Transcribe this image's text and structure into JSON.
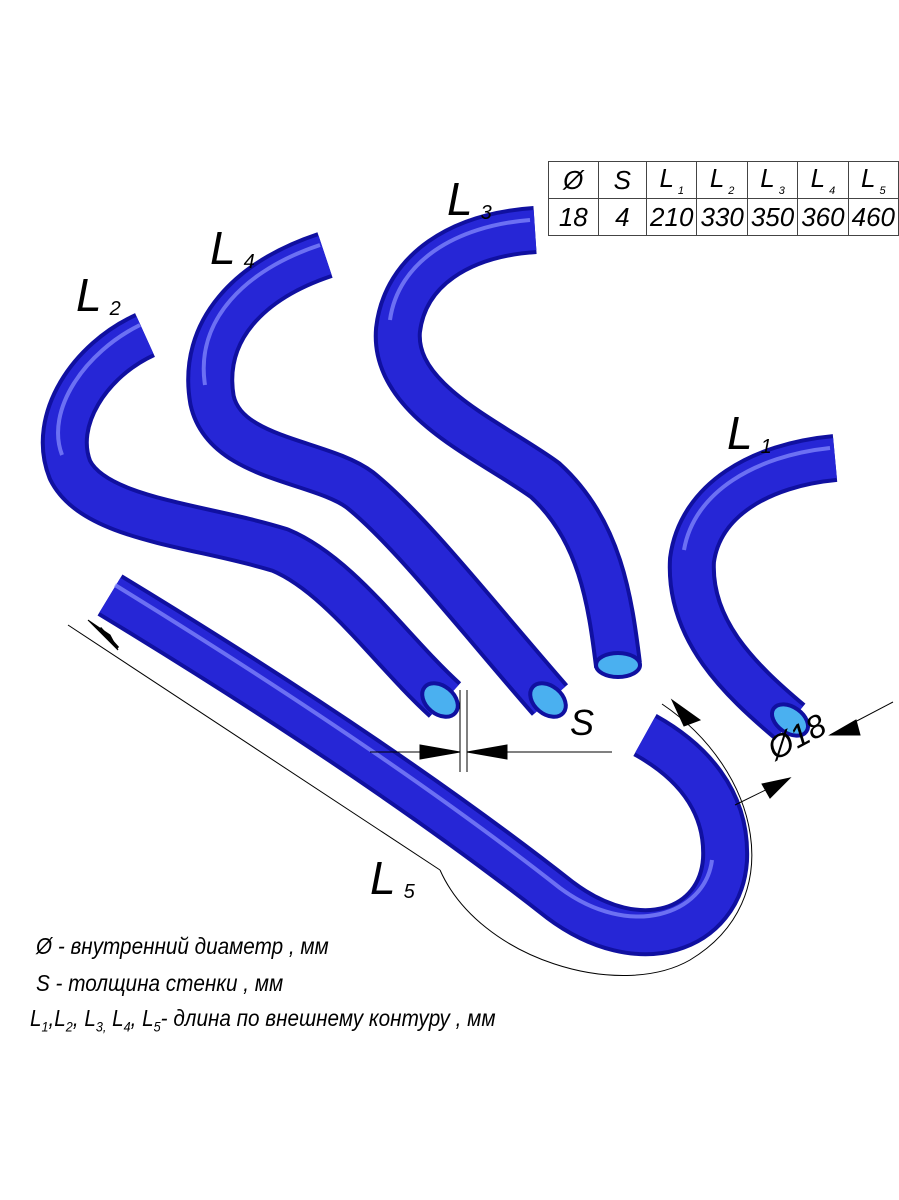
{
  "table": {
    "headers": [
      {
        "main": "Ø",
        "sub": ""
      },
      {
        "main": "S",
        "sub": ""
      },
      {
        "main": "L",
        "sub": "1"
      },
      {
        "main": "L",
        "sub": "2"
      },
      {
        "main": "L",
        "sub": "3"
      },
      {
        "main": "L",
        "sub": "4"
      },
      {
        "main": "L",
        "sub": "5"
      }
    ],
    "values": [
      "18",
      "4",
      "210",
      "330",
      "350",
      "360",
      "460"
    ]
  },
  "labels": {
    "l1": {
      "main": "L",
      "sub": "1"
    },
    "l2": {
      "main": "L",
      "sub": "2"
    },
    "l3": {
      "main": "L",
      "sub": "3"
    },
    "l4": {
      "main": "L",
      "sub": "4"
    },
    "l5": {
      "main": "L",
      "sub": "5"
    },
    "s": "S",
    "diameter": "Ø18"
  },
  "legend": {
    "diameter": "Ø -  внутренний диаметр , мм",
    "wall": "S -  толщина стенки , мм",
    "length_prefix": {
      "l1": "L",
      "s1": "1",
      "l2": ",L",
      "s2": "2",
      "l3": ", L",
      "s3": "3,",
      "l4": " L",
      "s4": "4",
      "l5": ", L",
      "s5": "5"
    },
    "length_text": "- длина по внешнему контуру , мм"
  },
  "colors": {
    "hose": "#2626d6",
    "hose_dark": "#1010a0",
    "hose_light": "#7f86ff",
    "interior": "#4ab0f0"
  }
}
